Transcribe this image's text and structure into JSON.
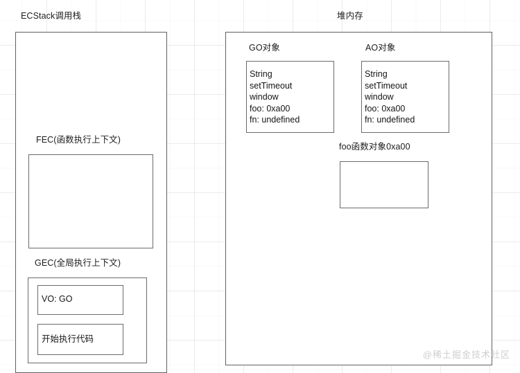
{
  "diagram": {
    "title_left": "ECStack调用栈",
    "title_right": "堆内存",
    "stack": {
      "fec_label": "FEC(函数执行上下文)",
      "gec_label": "GEC(全局执行上下文)",
      "gec_items": [
        "VO: GO",
        "开始执行代码"
      ]
    },
    "heap": {
      "go_label": "GO对象",
      "ao_label": "AO对象",
      "go_props": "String\nsetTimeout\nwindow\nfoo: 0xa00\nfn: undefined",
      "ao_props": "String\nsetTimeout\nwindow\nfoo: 0xa00\nfn: undefined",
      "foo_label": "foo函数对象0xa00"
    }
  },
  "watermark": "@稀土掘金技术社区"
}
